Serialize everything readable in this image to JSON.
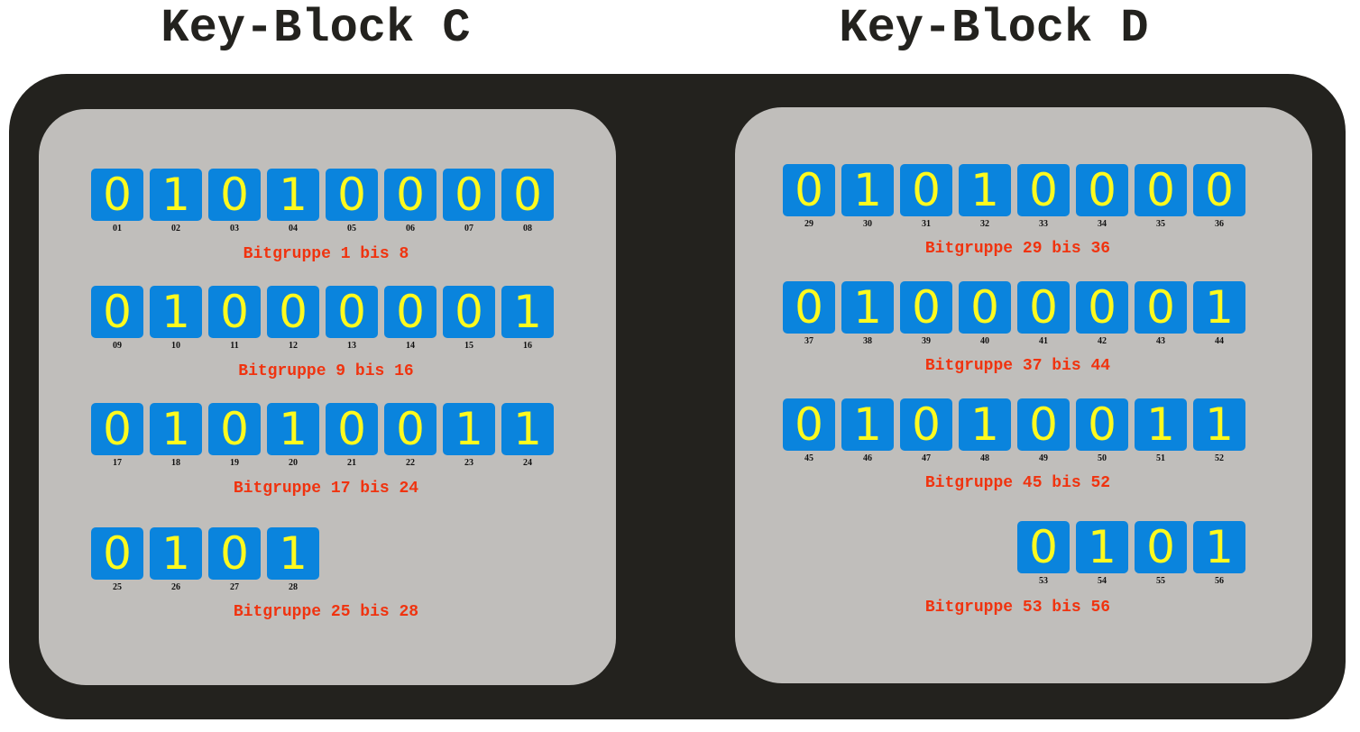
{
  "blocks": [
    {
      "id": "C",
      "title": "Key-Block C",
      "groups": [
        {
          "bits": [
            "0",
            "1",
            "0",
            "1",
            "0",
            "0",
            "0",
            "0"
          ],
          "numbers": [
            "01",
            "02",
            "03",
            "04",
            "05",
            "06",
            "07",
            "08"
          ],
          "label": "Bitgruppe 1 bis 8"
        },
        {
          "bits": [
            "0",
            "1",
            "0",
            "0",
            "0",
            "0",
            "0",
            "1"
          ],
          "numbers": [
            "09",
            "10",
            "11",
            "12",
            "13",
            "14",
            "15",
            "16"
          ],
          "label": "Bitgruppe 9 bis 16"
        },
        {
          "bits": [
            "0",
            "1",
            "0",
            "1",
            "0",
            "0",
            "1",
            "1"
          ],
          "numbers": [
            "17",
            "18",
            "19",
            "20",
            "21",
            "22",
            "23",
            "24"
          ],
          "label": "Bitgruppe 17 bis 24"
        },
        {
          "bits": [
            "0",
            "1",
            "0",
            "1"
          ],
          "numbers": [
            "25",
            "26",
            "27",
            "28"
          ],
          "label": "Bitgruppe 25 bis 28"
        }
      ]
    },
    {
      "id": "D",
      "title": "Key-Block D",
      "groups": [
        {
          "bits": [
            "0",
            "1",
            "0",
            "1",
            "0",
            "0",
            "0",
            "0"
          ],
          "numbers": [
            "29",
            "30",
            "31",
            "32",
            "33",
            "34",
            "35",
            "36"
          ],
          "label": "Bitgruppe 29 bis 36"
        },
        {
          "bits": [
            "0",
            "1",
            "0",
            "0",
            "0",
            "0",
            "0",
            "1"
          ],
          "numbers": [
            "37",
            "38",
            "39",
            "40",
            "41",
            "42",
            "43",
            "44"
          ],
          "label": "Bitgruppe 37 bis 44"
        },
        {
          "bits": [
            "0",
            "1",
            "0",
            "1",
            "0",
            "0",
            "1",
            "1"
          ],
          "numbers": [
            "45",
            "46",
            "47",
            "48",
            "49",
            "50",
            "51",
            "52"
          ],
          "label": "Bitgruppe 45 bis 52"
        },
        {
          "bits": [
            "0",
            "1",
            "0",
            "1"
          ],
          "numbers": [
            "53",
            "54",
            "55",
            "56"
          ],
          "label": "Bitgruppe 53 bis 56"
        }
      ]
    }
  ]
}
